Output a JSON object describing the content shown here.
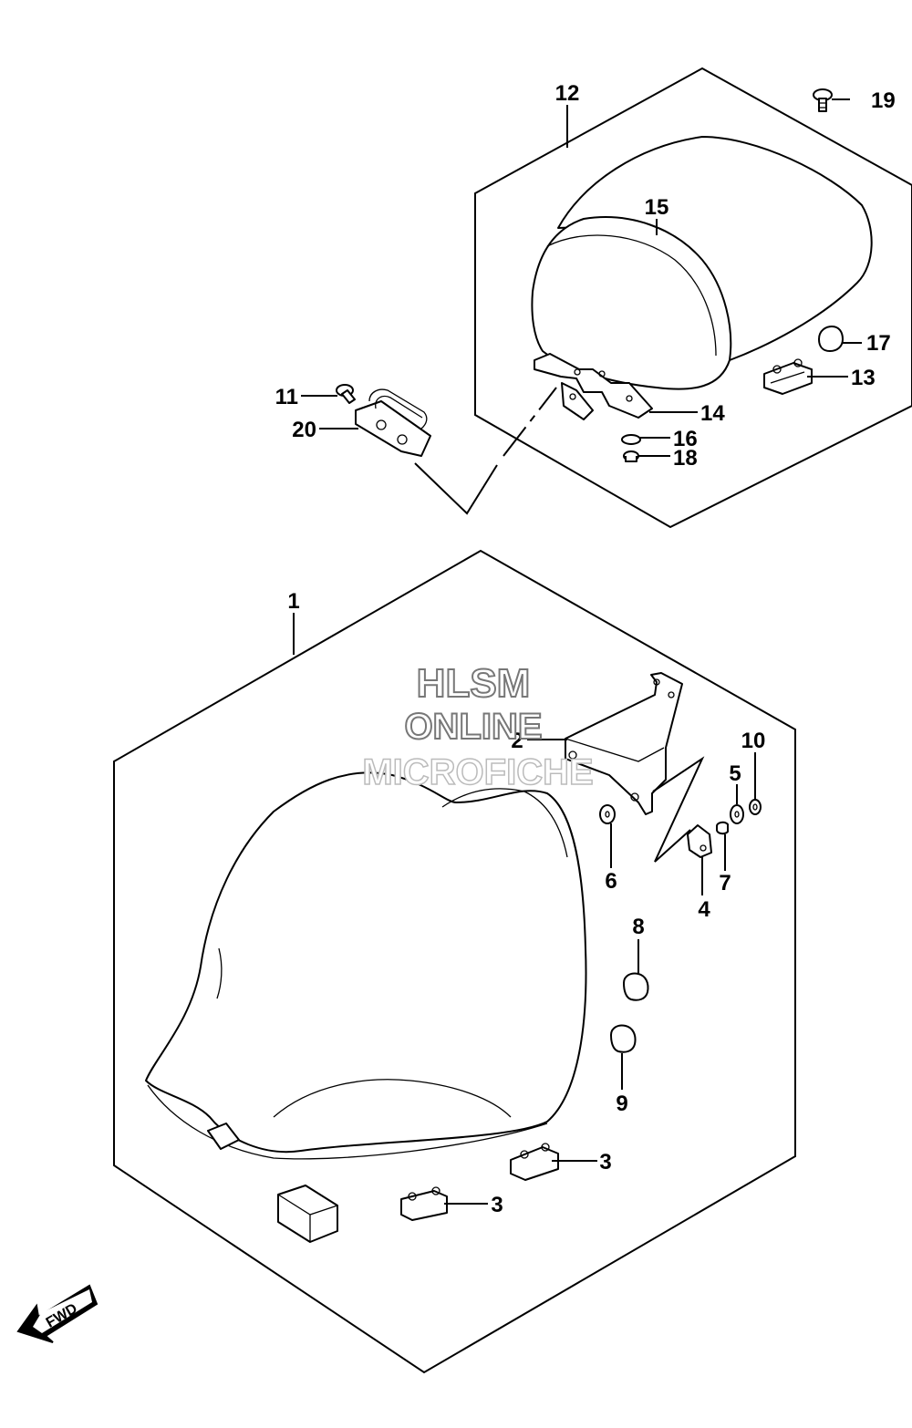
{
  "watermark": {
    "line1": "HLSM",
    "line2": "ONLINE",
    "line3": "MICROFICHE"
  },
  "fwd_arrow": {
    "label": "FWD",
    "icon": "fwd-arrow-icon"
  },
  "callouts": {
    "c1": "1",
    "c2": "2",
    "c3a": "3",
    "c3b": "3",
    "c4": "4",
    "c5": "5",
    "c6": "6",
    "c7": "7",
    "c8": "8",
    "c9": "9",
    "c10": "10",
    "c11": "11",
    "c12": "12",
    "c13": "13",
    "c14": "14",
    "c15": "15",
    "c16": "16",
    "c17": "17",
    "c18": "18",
    "c19": "19",
    "c20": "20"
  },
  "colors": {
    "line": "#000000",
    "background": "#ffffff",
    "watermark_outline": "#777777"
  }
}
